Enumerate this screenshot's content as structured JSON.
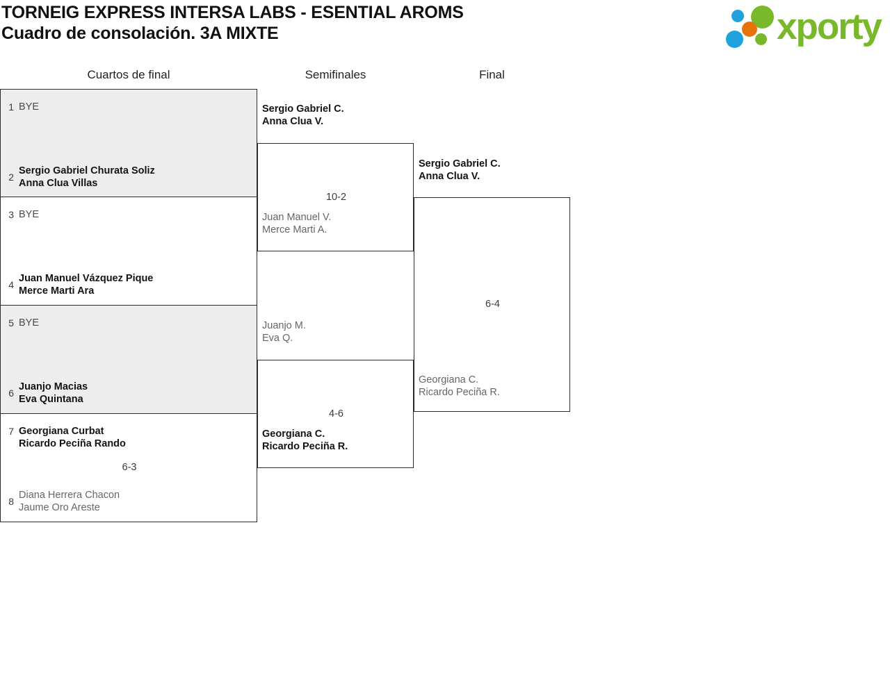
{
  "header": {
    "title_line1": "TORNEIG EXPRESS INTERSA LABS - ESENTIAL AROMS",
    "title_line2": "Cuadro de consolación. 3A MIXTE",
    "logo_text": "xporty",
    "logo_colors": {
      "blue": "#1fa2dd",
      "orange": "#e8730c",
      "green": "#79b82b"
    }
  },
  "rounds": [
    {
      "label": "Cuartos de final"
    },
    {
      "label": "Semifinales"
    },
    {
      "label": "Final"
    }
  ],
  "round1": {
    "matches": [
      {
        "shaded": true,
        "score": "",
        "top": {
          "seed": "1",
          "line1": "BYE",
          "line2": "",
          "result": "bye"
        },
        "bottom": {
          "seed": "2",
          "line1": "Sergio Gabriel Churata Soliz",
          "line2": "Anna Clua Villas",
          "result": "winner"
        }
      },
      {
        "shaded": false,
        "score": "",
        "top": {
          "seed": "3",
          "line1": "BYE",
          "line2": "",
          "result": "bye"
        },
        "bottom": {
          "seed": "4",
          "line1": "Juan Manuel Vázquez Pique",
          "line2": "Merce Marti Ara",
          "result": "winner"
        }
      },
      {
        "shaded": true,
        "score": "",
        "top": {
          "seed": "5",
          "line1": "BYE",
          "line2": "",
          "result": "bye"
        },
        "bottom": {
          "seed": "6",
          "line1": "Juanjo Macias",
          "line2": "Eva Quintana",
          "result": "winner"
        }
      },
      {
        "shaded": false,
        "score": "6-3",
        "top": {
          "seed": "7",
          "line1": "Georgiana Curbat",
          "line2": "Ricardo Peciña Rando",
          "result": "winner"
        },
        "bottom": {
          "seed": "8",
          "line1": "Diana Herrera Chacon",
          "line2": "Jaume Oro Areste",
          "result": "loser"
        }
      }
    ]
  },
  "round2": {
    "matches": [
      {
        "score": "10-2",
        "top": {
          "line1": "Sergio Gabriel C.",
          "line2": "Anna Clua V.",
          "result": "winner"
        },
        "bottom": {
          "line1": "Juan Manuel V.",
          "line2": "Merce Marti A.",
          "result": "loser"
        }
      },
      {
        "score": "4-6",
        "top": {
          "line1": "Juanjo M.",
          "line2": "Eva Q.",
          "result": "loser"
        },
        "bottom": {
          "line1": "Georgiana C.",
          "line2": "Ricardo Peciña R.",
          "result": "winner"
        }
      }
    ]
  },
  "round3": {
    "matches": [
      {
        "score": "6-4",
        "top": {
          "line1": "Sergio Gabriel C.",
          "line2": "Anna Clua V.",
          "result": "winner"
        },
        "bottom": {
          "line1": "Georgiana C.",
          "line2": "Ricardo Peciña R.",
          "result": "loser"
        }
      }
    ]
  }
}
